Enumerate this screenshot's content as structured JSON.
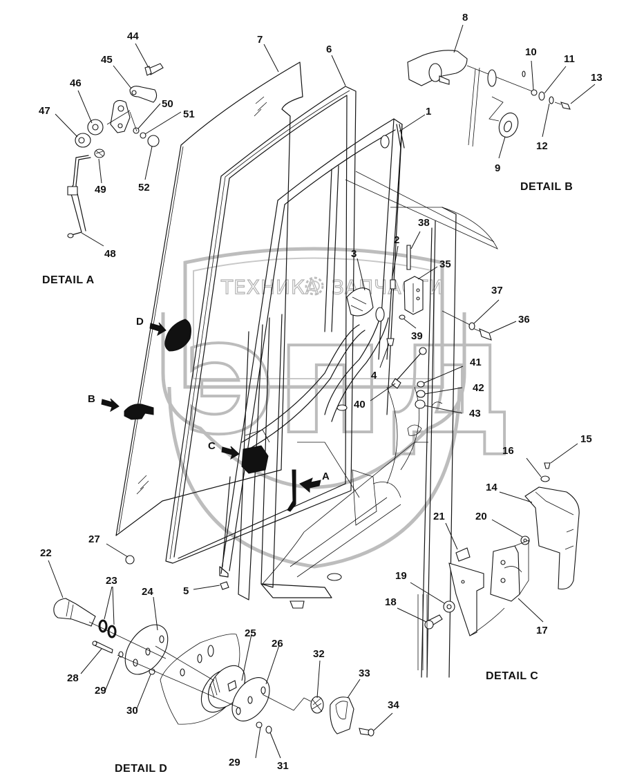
{
  "diagram": {
    "type": "exploded-parts-view",
    "subject": "cab door with window glass, frame, hinges, latch and handle",
    "watermark": {
      "top_text_left": "ТЕХНИКА",
      "top_text_right": "ЗАПЧАСТИ",
      "emblem": "gear",
      "big_letters": "эпд"
    },
    "detail_titles": {
      "a": "DETAIL A",
      "b": "DETAIL B",
      "c": "DETAIL C",
      "d": "DETAIL D"
    },
    "detail_callouts": {
      "a": "A",
      "b": "B",
      "c": "C",
      "d": "D"
    },
    "part_labels": {
      "p1": "1",
      "p2": "2",
      "p3": "3",
      "p4": "4",
      "p5": "5",
      "p6": "6",
      "p7": "7",
      "p8": "8",
      "p9": "9",
      "p10": "10",
      "p11": "11",
      "p12": "12",
      "p13": "13",
      "p14": "14",
      "p15": "15",
      "p16": "16",
      "p17": "17",
      "p18": "18",
      "p19": "19",
      "p20": "20",
      "p21": "21",
      "p22": "22",
      "p23": "23",
      "p24": "24",
      "p25": "25",
      "p26": "26",
      "p27": "27",
      "p28": "28",
      "p29a": "29",
      "p29b": "29",
      "p30": "30",
      "p31": "31",
      "p32": "32",
      "p33": "33",
      "p34": "34",
      "p35": "35",
      "p36": "36",
      "p37": "37",
      "p38": "38",
      "p39": "39",
      "p40": "40",
      "p41": "41",
      "p42": "42",
      "p43": "43",
      "p44": "44",
      "p45": "45",
      "p46": "46",
      "p47": "47",
      "p48": "48",
      "p49": "49",
      "p50": "50",
      "p51": "51",
      "p52": "52"
    }
  }
}
